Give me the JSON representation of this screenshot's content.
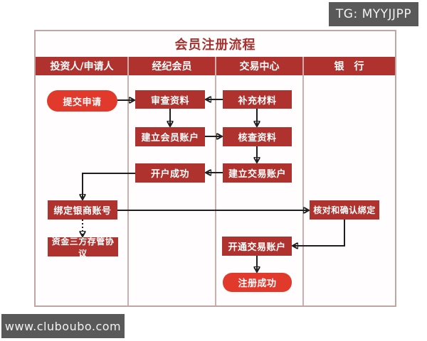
{
  "overlays": {
    "telegram_badge": "TG: MYYJJPP",
    "watermark": "www.cluboubo.com"
  },
  "diagram": {
    "title": "会员注册流程",
    "lanes": [
      {
        "label": "投资人/申请人"
      },
      {
        "label": "经纪会员"
      },
      {
        "label": "交易中心"
      },
      {
        "label": "银　行"
      }
    ],
    "nodes": {
      "submit_application": {
        "label": "提交申请",
        "lane": "投资人/申请人",
        "shape": "pill"
      },
      "review_materials": {
        "label": "审查资料",
        "lane": "经纪会员",
        "shape": "rect"
      },
      "supplement_materials": {
        "label": "补充材料",
        "lane": "交易中心",
        "shape": "rect"
      },
      "create_member_account": {
        "label": "建立会员账户",
        "lane": "经纪会员",
        "shape": "rect"
      },
      "verify_materials": {
        "label": "核查资料",
        "lane": "交易中心",
        "shape": "rect"
      },
      "account_opened": {
        "label": "开户成功",
        "lane": "经纪会员",
        "shape": "rect"
      },
      "create_trading_account": {
        "label": "建立交易账户",
        "lane": "交易中心",
        "shape": "rect"
      },
      "bind_bank_account": {
        "label": "绑定银商账号",
        "lane": "投资人/申请人",
        "shape": "rect"
      },
      "tripartite_custody_agreement": {
        "label": "资金三方存管协议",
        "lane": "投资人/申请人",
        "shape": "rect"
      },
      "confirm_binding": {
        "label": "核对和确认绑定",
        "lane": "银　行",
        "shape": "rect"
      },
      "activate_trading_account": {
        "label": "开通交易账户",
        "lane": "交易中心",
        "shape": "rect"
      },
      "registration_success": {
        "label": "注册成功",
        "lane": "交易中心",
        "shape": "pill"
      }
    },
    "edges": [
      {
        "from": "submit_application",
        "to": "review_materials",
        "style": "solid"
      },
      {
        "from": "supplement_materials",
        "to": "review_materials",
        "style": "solid"
      },
      {
        "from": "review_materials",
        "to": "create_member_account",
        "style": "solid"
      },
      {
        "from": "create_member_account",
        "to": "verify_materials",
        "style": "solid"
      },
      {
        "from": "supplement_materials",
        "to": "verify_materials",
        "style": "solid"
      },
      {
        "from": "verify_materials",
        "to": "create_trading_account",
        "style": "solid"
      },
      {
        "from": "create_trading_account",
        "to": "account_opened",
        "style": "solid"
      },
      {
        "from": "account_opened",
        "to": "bind_bank_account",
        "style": "solid"
      },
      {
        "from": "bind_bank_account",
        "to": "tripartite_custody_agreement",
        "style": "dotted"
      },
      {
        "from": "bind_bank_account",
        "to": "confirm_binding",
        "style": "solid"
      },
      {
        "from": "confirm_binding",
        "to": "activate_trading_account",
        "style": "solid"
      },
      {
        "from": "activate_trading_account",
        "to": "registration_success",
        "style": "solid"
      }
    ]
  },
  "colors": {
    "node_red": "#b0322e",
    "pill_red": "#e2392d",
    "header_red": "#b0322e",
    "title_red": "#a5322e",
    "border_pink": "#c0a5a4",
    "overlay_gray": "#595959",
    "arrow_black": "#1f1f1f"
  }
}
